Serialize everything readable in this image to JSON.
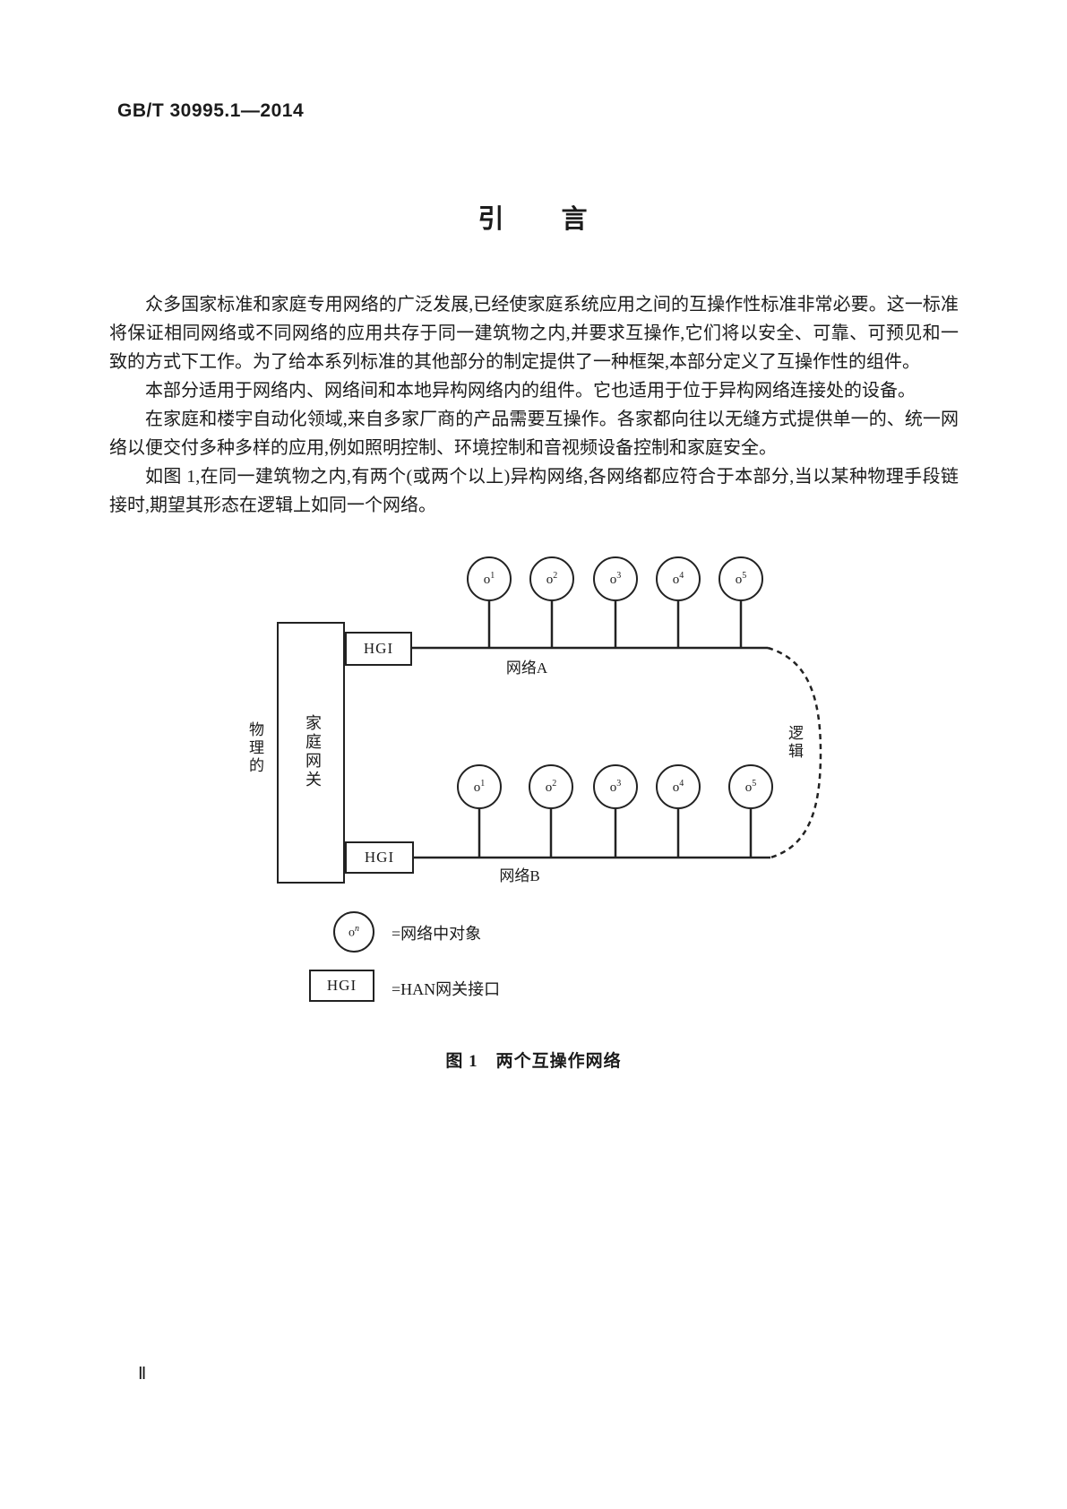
{
  "page": {
    "standard_number": "GB/T 30995.1—2014",
    "title": "引　　言",
    "page_number": "Ⅱ"
  },
  "intro": {
    "paragraphs": [
      "众多国家标准和家庭专用网络的广泛发展,已经使家庭系统应用之间的互操作性标准非常必要。这一标准将保证相同网络或不同网络的应用共存于同一建筑物之内,并要求互操作,它们将以安全、可靠、可预见和一致的方式下工作。为了给本系列标准的其他部分的制定提供了一种框架,本部分定义了互操作性的组件。",
      "本部分适用于网络内、网络间和本地异构网络内的组件。它也适用于位于异构网络连接处的设备。",
      "在家庭和楼宇自动化领域,来自多家厂商的产品需要互操作。各家都向往以无缝方式提供单一的、统一网络以便交付多种多样的应用,例如照明控制、环境控制和音视频设备控制和家庭安全。",
      "如图 1,在同一建筑物之内,有两个(或两个以上)异构网络,各网络都应符合于本部分,当以某种物理手段链接时,期望其形态在逻辑上如同一个网络。"
    ]
  },
  "figure": {
    "caption": "图 1　两个互操作网络",
    "physical_label": "物理的",
    "gateway_label": "家庭网关",
    "logical_label": "逻辑",
    "hgi_top": "HGI",
    "hgi_bottom": "HGI",
    "network_a": {
      "label": "网络A",
      "objects": [
        {
          "base": "o",
          "sup": "1"
        },
        {
          "base": "o",
          "sup": "2"
        },
        {
          "base": "o",
          "sup": "3"
        },
        {
          "base": "o",
          "sup": "4"
        },
        {
          "base": "o",
          "sup": "5"
        }
      ]
    },
    "network_b": {
      "label": "网络B",
      "objects": [
        {
          "base": "o",
          "sup": "1"
        },
        {
          "base": "o",
          "sup": "2"
        },
        {
          "base": "o",
          "sup": "3"
        },
        {
          "base": "o",
          "sup": "4"
        },
        {
          "base": "o",
          "sup": "5"
        }
      ]
    },
    "legend": {
      "object_symbol": {
        "base": "o",
        "sup": "n"
      },
      "object_text": "=网络中对象",
      "hgi_symbol": "HGI",
      "hgi_text": "=HAN网关接口"
    },
    "line_color": "#222222"
  }
}
